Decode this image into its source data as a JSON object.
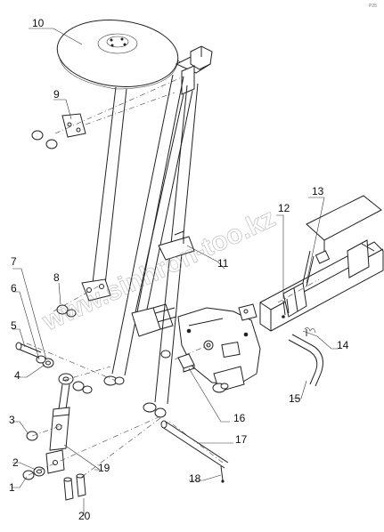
{
  "corner_mark": "Р25",
  "watermark": "www.sinhron-too.kz",
  "labels": [
    {
      "id": "1",
      "text": "1"
    },
    {
      "id": "2",
      "text": "2"
    },
    {
      "id": "3",
      "text": "3"
    },
    {
      "id": "4",
      "text": "4"
    },
    {
      "id": "5",
      "text": "5"
    },
    {
      "id": "6",
      "text": "6"
    },
    {
      "id": "7",
      "text": "7"
    },
    {
      "id": "8",
      "text": "8"
    },
    {
      "id": "9",
      "text": "9"
    },
    {
      "id": "10",
      "text": "10"
    },
    {
      "id": "11",
      "text": "11"
    },
    {
      "id": "12",
      "text": "12"
    },
    {
      "id": "13",
      "text": "13"
    },
    {
      "id": "14",
      "text": "14"
    },
    {
      "id": "15",
      "text": "15"
    },
    {
      "id": "16",
      "text": "16"
    },
    {
      "id": "17",
      "text": "17"
    },
    {
      "id": "18",
      "text": "18"
    },
    {
      "id": "19",
      "text": "19"
    },
    {
      "id": "20",
      "text": "20"
    }
  ]
}
